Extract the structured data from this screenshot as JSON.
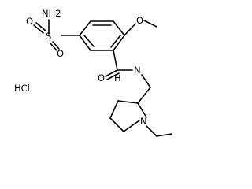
{
  "structure": {
    "salt": "HCl",
    "atoms": {
      "sulfonamide_n": "NH2",
      "sulfonyl_s": "S",
      "sulfonyl_o_top": "O",
      "sulfonyl_o_bottom": "O",
      "methoxy_o": "O",
      "carbonyl_o": "O",
      "amide_n": "N",
      "amide_h": "H",
      "pyrrolidine_n": "N"
    }
  }
}
